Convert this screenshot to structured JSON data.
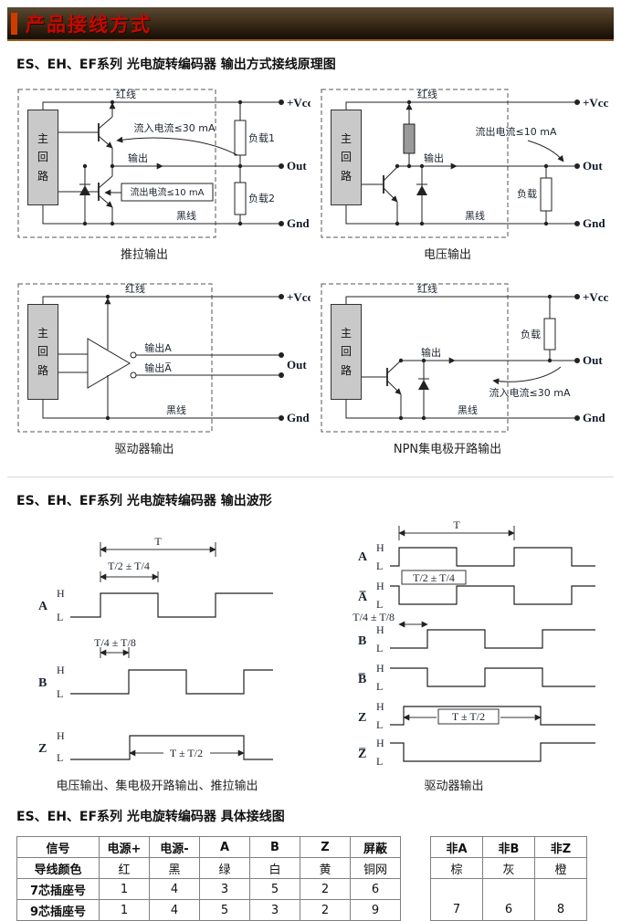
{
  "banner": {
    "title": "产品接线方式"
  },
  "section_titles": {
    "principle": "ES、EH、EF系列 光电旋转编码器 输出方式接线原理图",
    "waveform": "ES、EH、EF系列 光电旋转编码器 输出波形",
    "wiring": "ES、EH、EF系列 光电旋转编码器 具体接线图"
  },
  "common": {
    "red_wire": "红线",
    "black_wire": "黑线",
    "vcc": "+Vcc",
    "out": "Out",
    "gnd": "Gnd",
    "output": "输出",
    "main_circuit": "主回路",
    "high": "H",
    "low": "L",
    "period": "T",
    "t_half": "T/2 ± T/4",
    "t_quarter": "T/4 ± T/8",
    "t_z": "T ± T/2"
  },
  "diagrams": {
    "push_pull": {
      "caption": "推拉输出",
      "sink_current": "流入电流≤30 mA",
      "source_current": "流出电流≤10 mA",
      "load1": "负载1",
      "load2": "负载2"
    },
    "voltage": {
      "caption": "电压输出",
      "source_current": "流出电流≤10 mA",
      "load": "负载"
    },
    "driver": {
      "caption": "驱动器输出",
      "output_a": "输出A",
      "output_a_bar": "输出A̅"
    },
    "npn": {
      "caption": "NPN集电极开路输出",
      "sink_current": "流入电流≤30 mA",
      "load": "负载"
    }
  },
  "waveforms": {
    "left": {
      "caption": "电压输出、集电极开路输出、推拉输出",
      "signals": [
        "A",
        "B",
        "Z"
      ]
    },
    "right": {
      "caption": "驱动器输出",
      "signals": [
        "A",
        "A̅",
        "B",
        "B̅",
        "Z",
        "Z̅"
      ]
    }
  },
  "table": {
    "main": {
      "header": [
        "信号",
        "电源+",
        "电源-",
        "A",
        "B",
        "Z",
        "屏蔽"
      ],
      "rows": [
        [
          "导线颜色",
          "红",
          "黑",
          "绿",
          "白",
          "黄",
          "铜网"
        ],
        [
          "7芯插座号",
          "1",
          "4",
          "3",
          "5",
          "2",
          "6"
        ],
        [
          "9芯插座号",
          "1",
          "4",
          "5",
          "3",
          "2",
          "9"
        ]
      ]
    },
    "extra": {
      "header": [
        "非A",
        "非B",
        "非Z"
      ],
      "colors": [
        "棕",
        "灰",
        "橙"
      ],
      "pins": [
        "7",
        "6",
        "8"
      ]
    }
  }
}
